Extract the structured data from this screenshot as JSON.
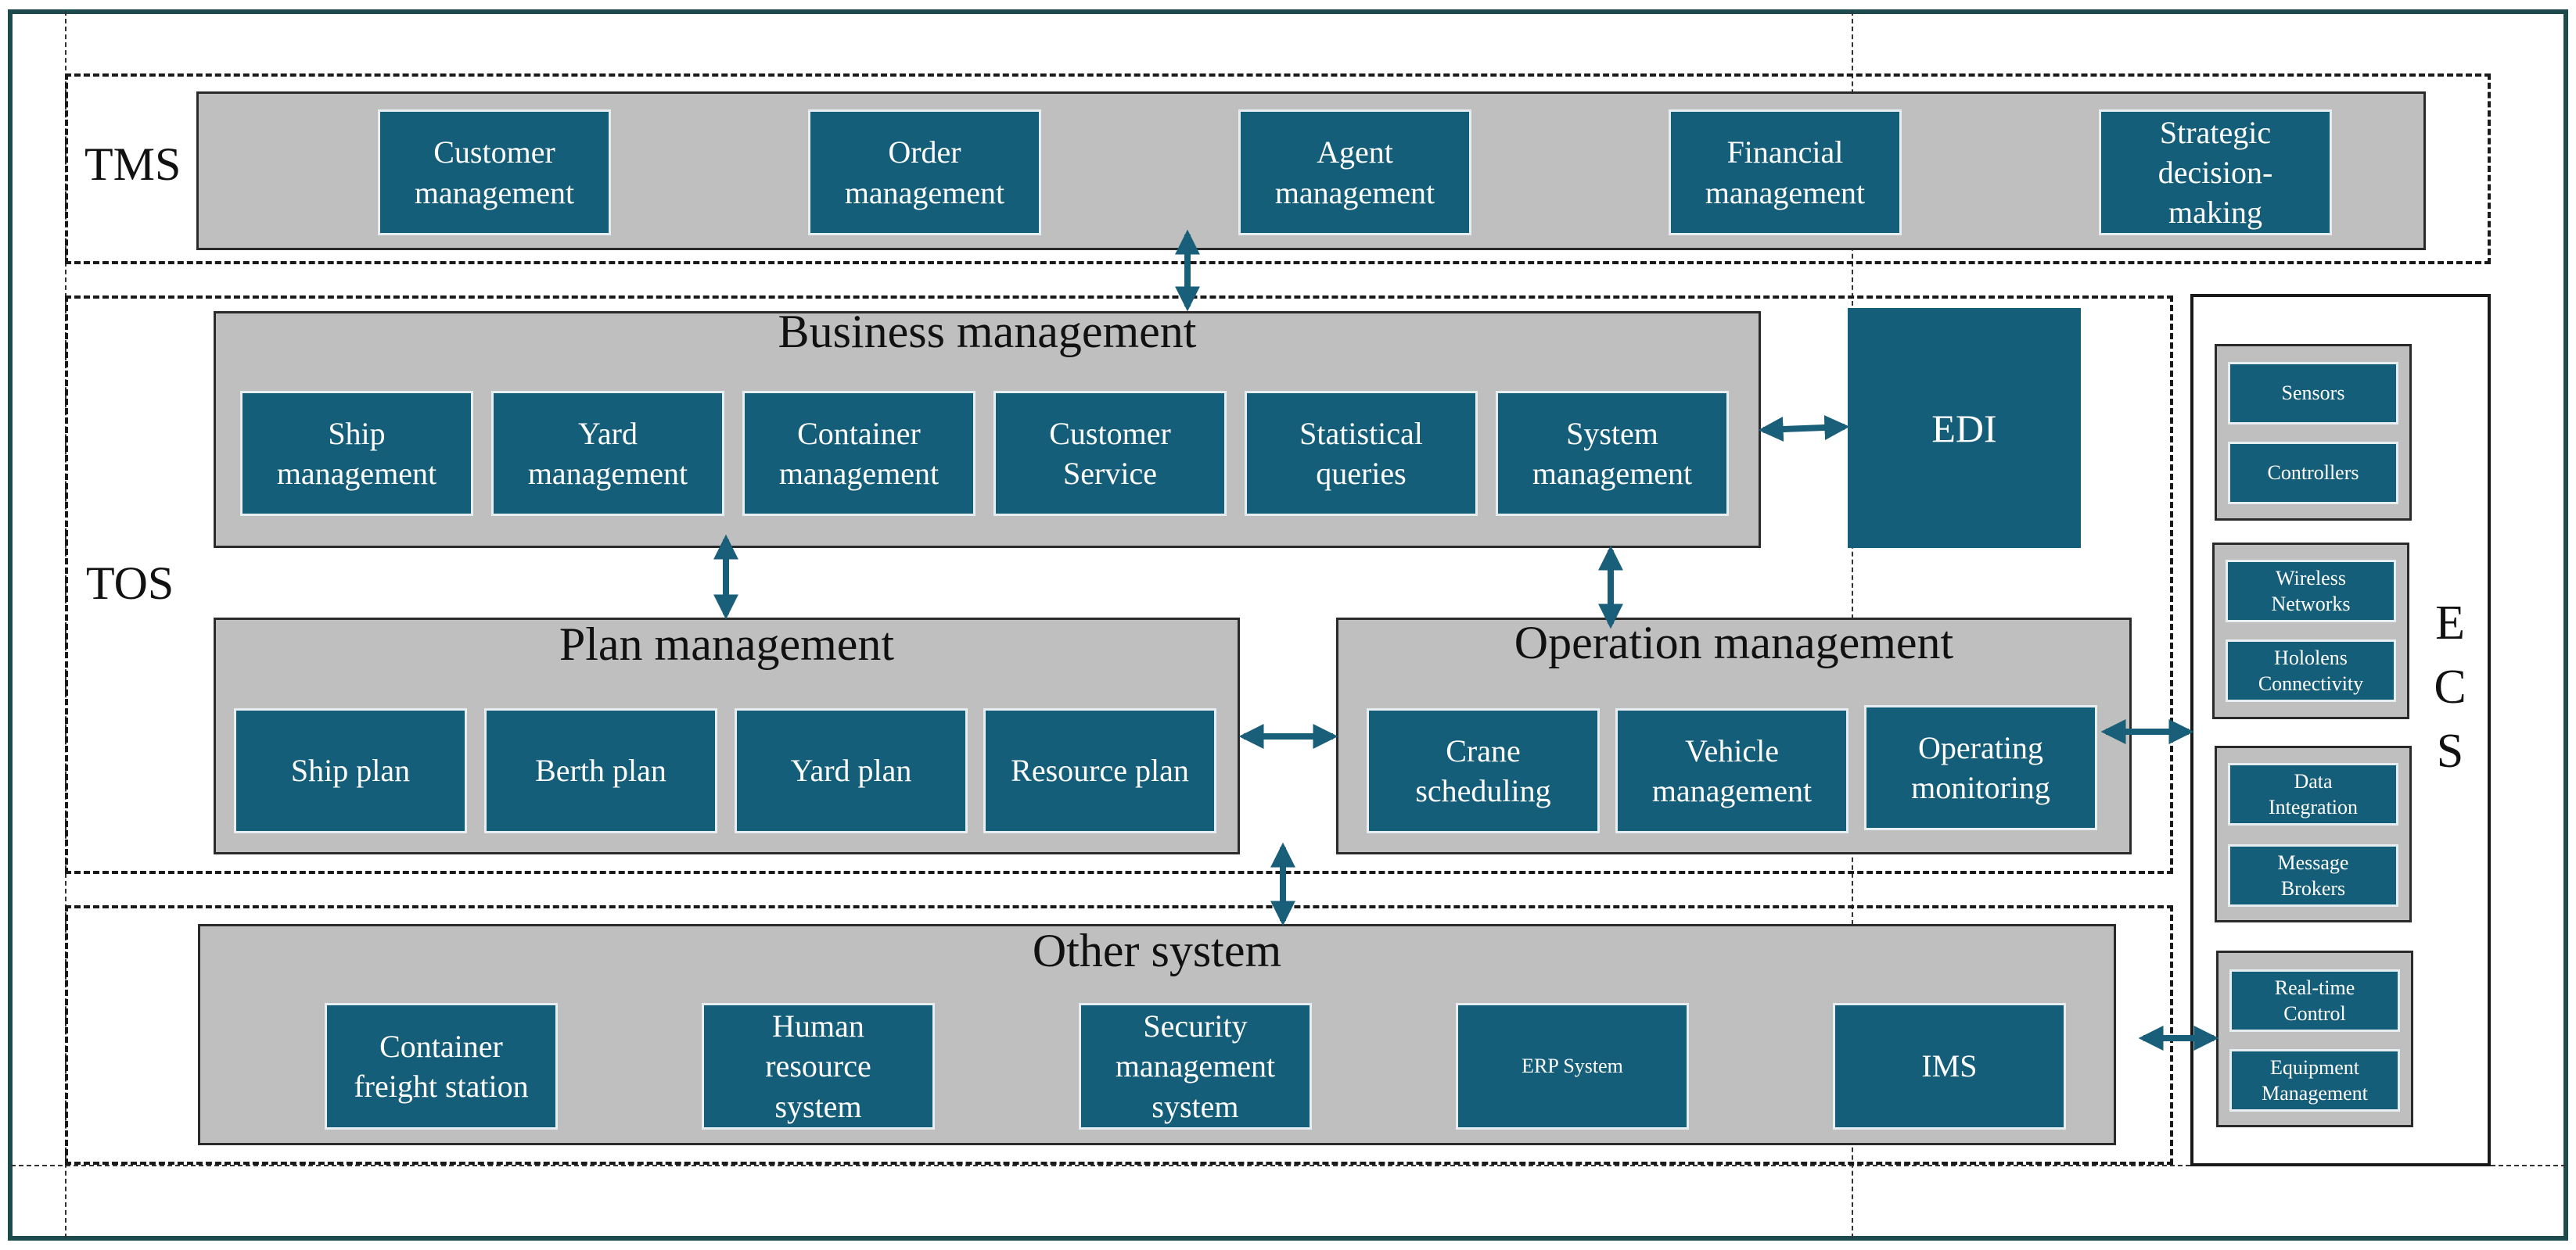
{
  "colors": {
    "box": "#155e7a",
    "panel": "#bfbfbf",
    "arrow": "#1a5f7a",
    "frame": "#1d4a4c"
  },
  "tms": {
    "label": "TMS",
    "items": [
      "Customer\nmanagement",
      "Order\nmanagement",
      "Agent\nmanagement",
      "Financial\nmanagement",
      "Strategic\ndecision-\nmaking"
    ]
  },
  "tos": {
    "label": "TOS"
  },
  "business": {
    "title": "Business management",
    "items": [
      "Ship\nmanagement",
      "Yard\nmanagement",
      "Container\nmanagement",
      "Customer\nService",
      "Statistical\nqueries",
      "System\nmanagement"
    ]
  },
  "edi": {
    "label": "EDI"
  },
  "plan": {
    "title": "Plan management",
    "items": [
      "Ship plan",
      "Berth plan",
      "Yard plan",
      "Resource plan"
    ]
  },
  "operation": {
    "title": "Operation management",
    "items": [
      "Crane\nscheduling",
      "Vehicle\nmanagement",
      "Operating\nmonitoring"
    ]
  },
  "other": {
    "title": "Other system",
    "items": [
      "Container\nfreight station",
      "Human\nresource\nsystem",
      "Security\nmanagement\nsystem",
      "ERP System",
      "IMS"
    ]
  },
  "ecs": {
    "letters": [
      "E",
      "C",
      "S"
    ],
    "groups": [
      [
        "Sensors",
        "Controllers"
      ],
      [
        "Wireless\nNetworks",
        "Hololens\nConnectivity"
      ],
      [
        "Data\nIntegration",
        "Message\nBrokers"
      ],
      [
        "Real-time\nControl",
        "Equipment\nManagement"
      ]
    ]
  }
}
